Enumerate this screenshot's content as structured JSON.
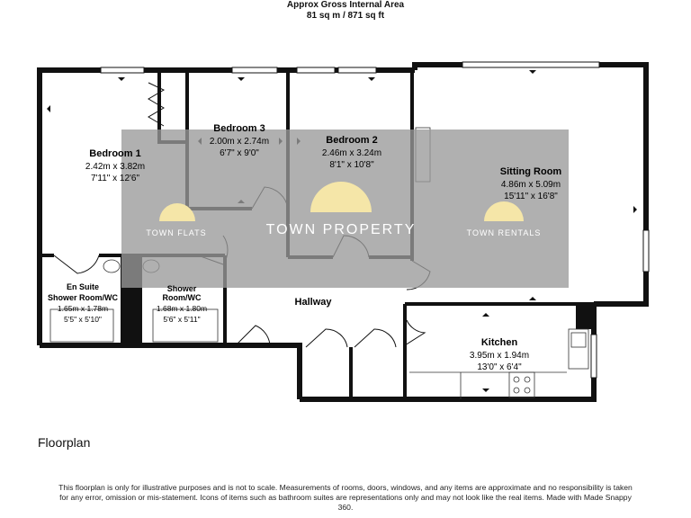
{
  "header": {
    "line1": "Approx Gross Internal Area",
    "line2": "81 sq m / 871 sq ft"
  },
  "rooms": {
    "bedroom1": {
      "name": "Bedroom 1",
      "metric": "2.42m x 3.82m",
      "imperial": "7'11\" x 12'6\""
    },
    "bedroom3": {
      "name": "Bedroom 3",
      "metric": "2.00m x 2.74m",
      "imperial": "6'7\" x 9'0\""
    },
    "bedroom2": {
      "name": "Bedroom 2",
      "metric": "2.46m x 3.24m",
      "imperial": "8'1\" x 10'8\""
    },
    "sitting": {
      "name": "Sitting Room",
      "metric": "4.86m x 5.09m",
      "imperial": "15'11\" x 16'8\""
    },
    "ensuite": {
      "name_line1": "En Suite",
      "name_line2": "Shower Room/WC",
      "metric": "1.65m x 1.78m",
      "imperial": "5'5\" x 5'10\""
    },
    "shower": {
      "name_line1": "Shower",
      "name_line2": "Room/WC",
      "metric": "1.68m x 1.80m",
      "imperial": "5'6\" x 5'11\""
    },
    "hallway": {
      "name": "Hallway"
    },
    "kitchen": {
      "name": "Kitchen",
      "metric": "3.95m x 1.94m",
      "imperial": "13'0\" x 6'4\""
    }
  },
  "watermark": {
    "left": "TOWN FLATS",
    "center": "TOWN PROPERTY",
    "right": "TOWN RENTALS",
    "band_color": "#9a9a9a",
    "logo_color": "#f5e6a8"
  },
  "caption": "Floorplan",
  "disclaimer": "This floorplan is only for illustrative purposes and is not to scale. Measurements of rooms, doors, windows, and any items are approximate and no responsibility is taken for any error, omission or mis-statement. Icons of items such as bathroom suites are representations only and may not look like the real items. Made with Made Snappy 360."
}
